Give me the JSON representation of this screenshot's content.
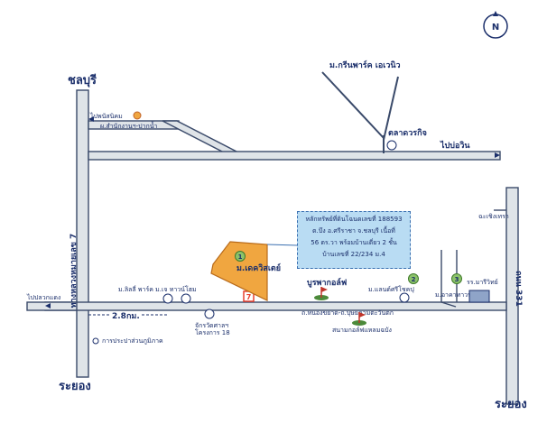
{
  "compass": {
    "label": "N"
  },
  "places": {
    "chonburi": "ชลบุรี",
    "rayong_left": "ระยอง",
    "rayong_right": "ระยอง",
    "hwy7": "ทางหลวงหมายเลข 7",
    "hwy331": "ถนน 331",
    "to_phanat": "ไปพนัสนิคม",
    "market_office": "ผ.สำนักงานฯ-ปากน้ำ",
    "to_pluak_daeng": "ไปปลวกแดง",
    "to_bowin": "ไปบ่อวิน",
    "green_park": "ม.กรีนพาร์ค เอเวนิว",
    "market": "ตลาดวรกิจ",
    "to_chachoengsao": "ฉะเชิงเทรา",
    "distance": "2.8กม.",
    "pao": "การประปาส่วนภูมิภาค",
    "road_sign": "ถ.หนองขยาด-ถ.บุษยคามตะวันตก",
    "golf_label": "บูรพากอล์ฟ",
    "golf_course": "สนามกอล์ฟแหลมฉบัง",
    "hospital": "จักรวัดศาลฯ",
    "hospital_sub": "โครงการ 18",
    "siam_park": "ม.ลิลลี่ พาร์ค ม.เจ ทาวน์โฮม",
    "landsrichai": "ม.แลนด์ศรีโชคปุ",
    "arkarttown": "ม.อาคาทาวน์",
    "school": "รร.มารีวิทย์",
    "project_name": "ม.เดควิสเตย์"
  },
  "markers": {
    "m1": "1",
    "m2": "2",
    "m3": "3"
  },
  "info": {
    "line1": "หลักทรัพย์ที่ดินโฉนดเลขที่ 188593",
    "line2": "ต.บึง อ.ศรีราชา จ.ชลบุรี เนื้อที่",
    "line3": "56 ตร.วา พร้อมบ้านเดี่ยว 2 ชั้น",
    "line4": "บ้านเลขที่ 22/234 ม.4"
  },
  "colors": {
    "road_fill": "#dfe4e8",
    "road_edge": "#3a4a6a",
    "label": "#1b2f6b",
    "plot": "#f0a640",
    "marker": "#8cc26a",
    "info_bg": "#b9dcf3",
    "seven_eleven": "#e8402f"
  }
}
